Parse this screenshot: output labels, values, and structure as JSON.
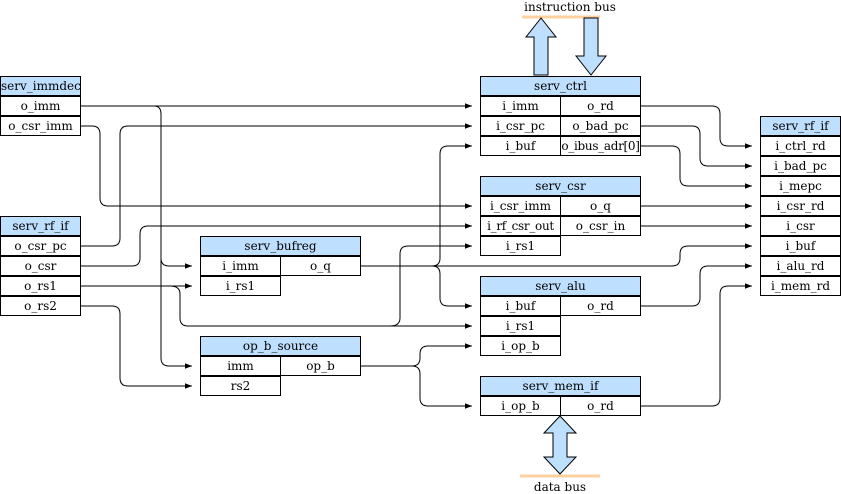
{
  "labels": {
    "instruction_bus": "instruction bus",
    "data_bus": "data bus"
  },
  "colors": {
    "block_header": "#bfdfff",
    "bus_bar": "#ffd0a0",
    "bus_arrow": "#bfdfff",
    "wire": "#000000"
  },
  "blocks": {
    "serv_immdec": {
      "title": "serv_immdec",
      "ports": [
        "o_imm",
        "o_csr_imm"
      ]
    },
    "serv_rf_if_left": {
      "title": "serv_rf_if",
      "ports": [
        "o_csr_pc",
        "o_csr",
        "o_rs1",
        "o_rs2"
      ]
    },
    "serv_bufreg": {
      "title": "serv_bufreg",
      "inputs": [
        "i_imm",
        "i_rs1"
      ],
      "outputs": [
        "o_q"
      ]
    },
    "op_b_source": {
      "title": "op_b_source",
      "inputs": [
        "imm",
        "rs2"
      ],
      "outputs": [
        "op_b"
      ]
    },
    "serv_ctrl": {
      "title": "serv_ctrl",
      "inputs": [
        "i_imm",
        "i_csr_pc",
        "i_buf"
      ],
      "outputs": [
        "o_rd",
        "o_bad_pc",
        "o_ibus_adr[0]"
      ]
    },
    "serv_csr": {
      "title": "serv_csr",
      "inputs": [
        "i_csr_imm",
        "i_rf_csr_out",
        "i_rs1"
      ],
      "outputs": [
        "o_q",
        "o_csr_in"
      ]
    },
    "serv_alu": {
      "title": "serv_alu",
      "inputs": [
        "i_buf",
        "i_rs1",
        "i_op_b"
      ],
      "outputs": [
        "o_rd"
      ]
    },
    "serv_mem_if": {
      "title": "serv_mem_if",
      "inputs": [
        "i_op_b"
      ],
      "outputs": [
        "o_rd"
      ]
    },
    "serv_rf_if_right": {
      "title": "serv_rf_if",
      "ports": [
        "i_ctrl_rd",
        "i_bad_pc",
        "i_mepc",
        "i_csr_rd",
        "i_csr",
        "i_buf",
        "i_alu_rd",
        "i_mem_rd"
      ]
    }
  }
}
